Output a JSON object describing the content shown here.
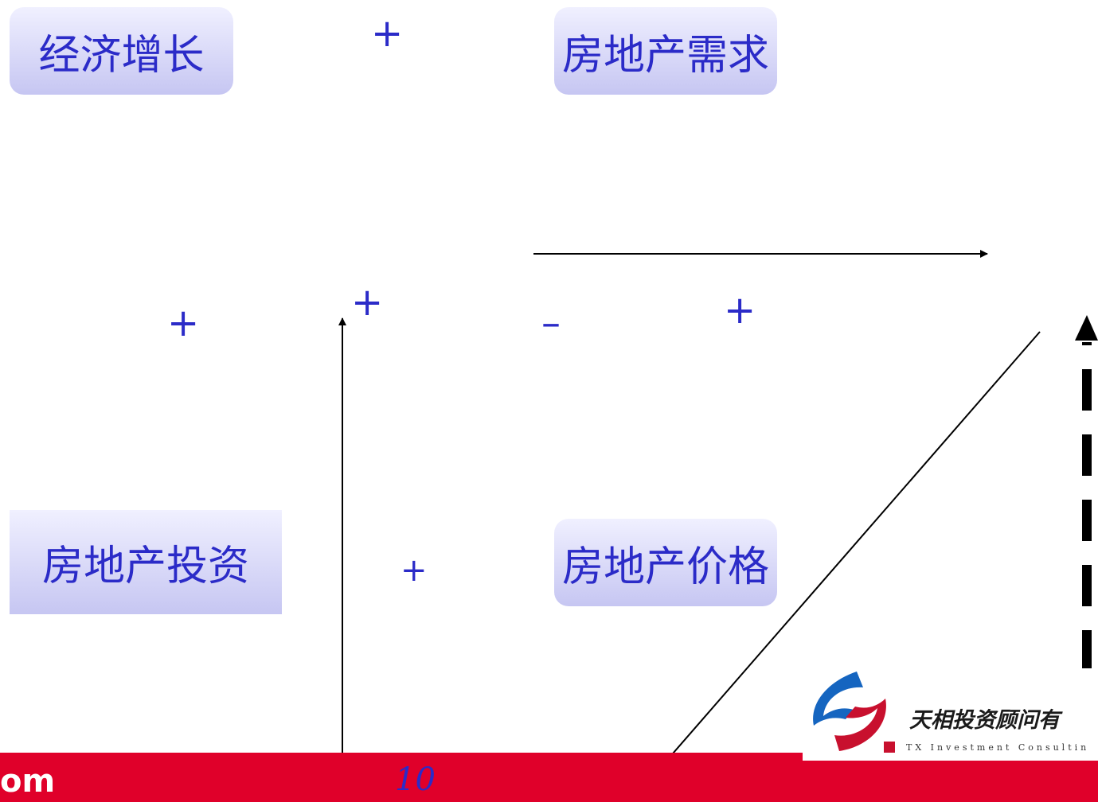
{
  "nodes": {
    "economic_growth": "经济增长",
    "housing_demand": "房地产需求",
    "housing_investment": "房地产投资",
    "housing_price": "房地产价格"
  },
  "signs": {
    "top": "+",
    "left": "+",
    "upper_arrow": "+",
    "minus": "–",
    "right": "+",
    "lower": "+"
  },
  "footer": {
    "url_fragment": "om",
    "page_number": "10"
  },
  "logo": {
    "name": "天相投资顾问有",
    "subtitle": "TX Investment Consultin"
  },
  "colors": {
    "node_text": "#2b2bc8",
    "node_fill_light": "#eeeeff",
    "node_fill_dark": "#c6c6f2",
    "footer_bar": "#e0002a",
    "logo_blue": "#1565c0",
    "logo_red": "#c8102e"
  }
}
